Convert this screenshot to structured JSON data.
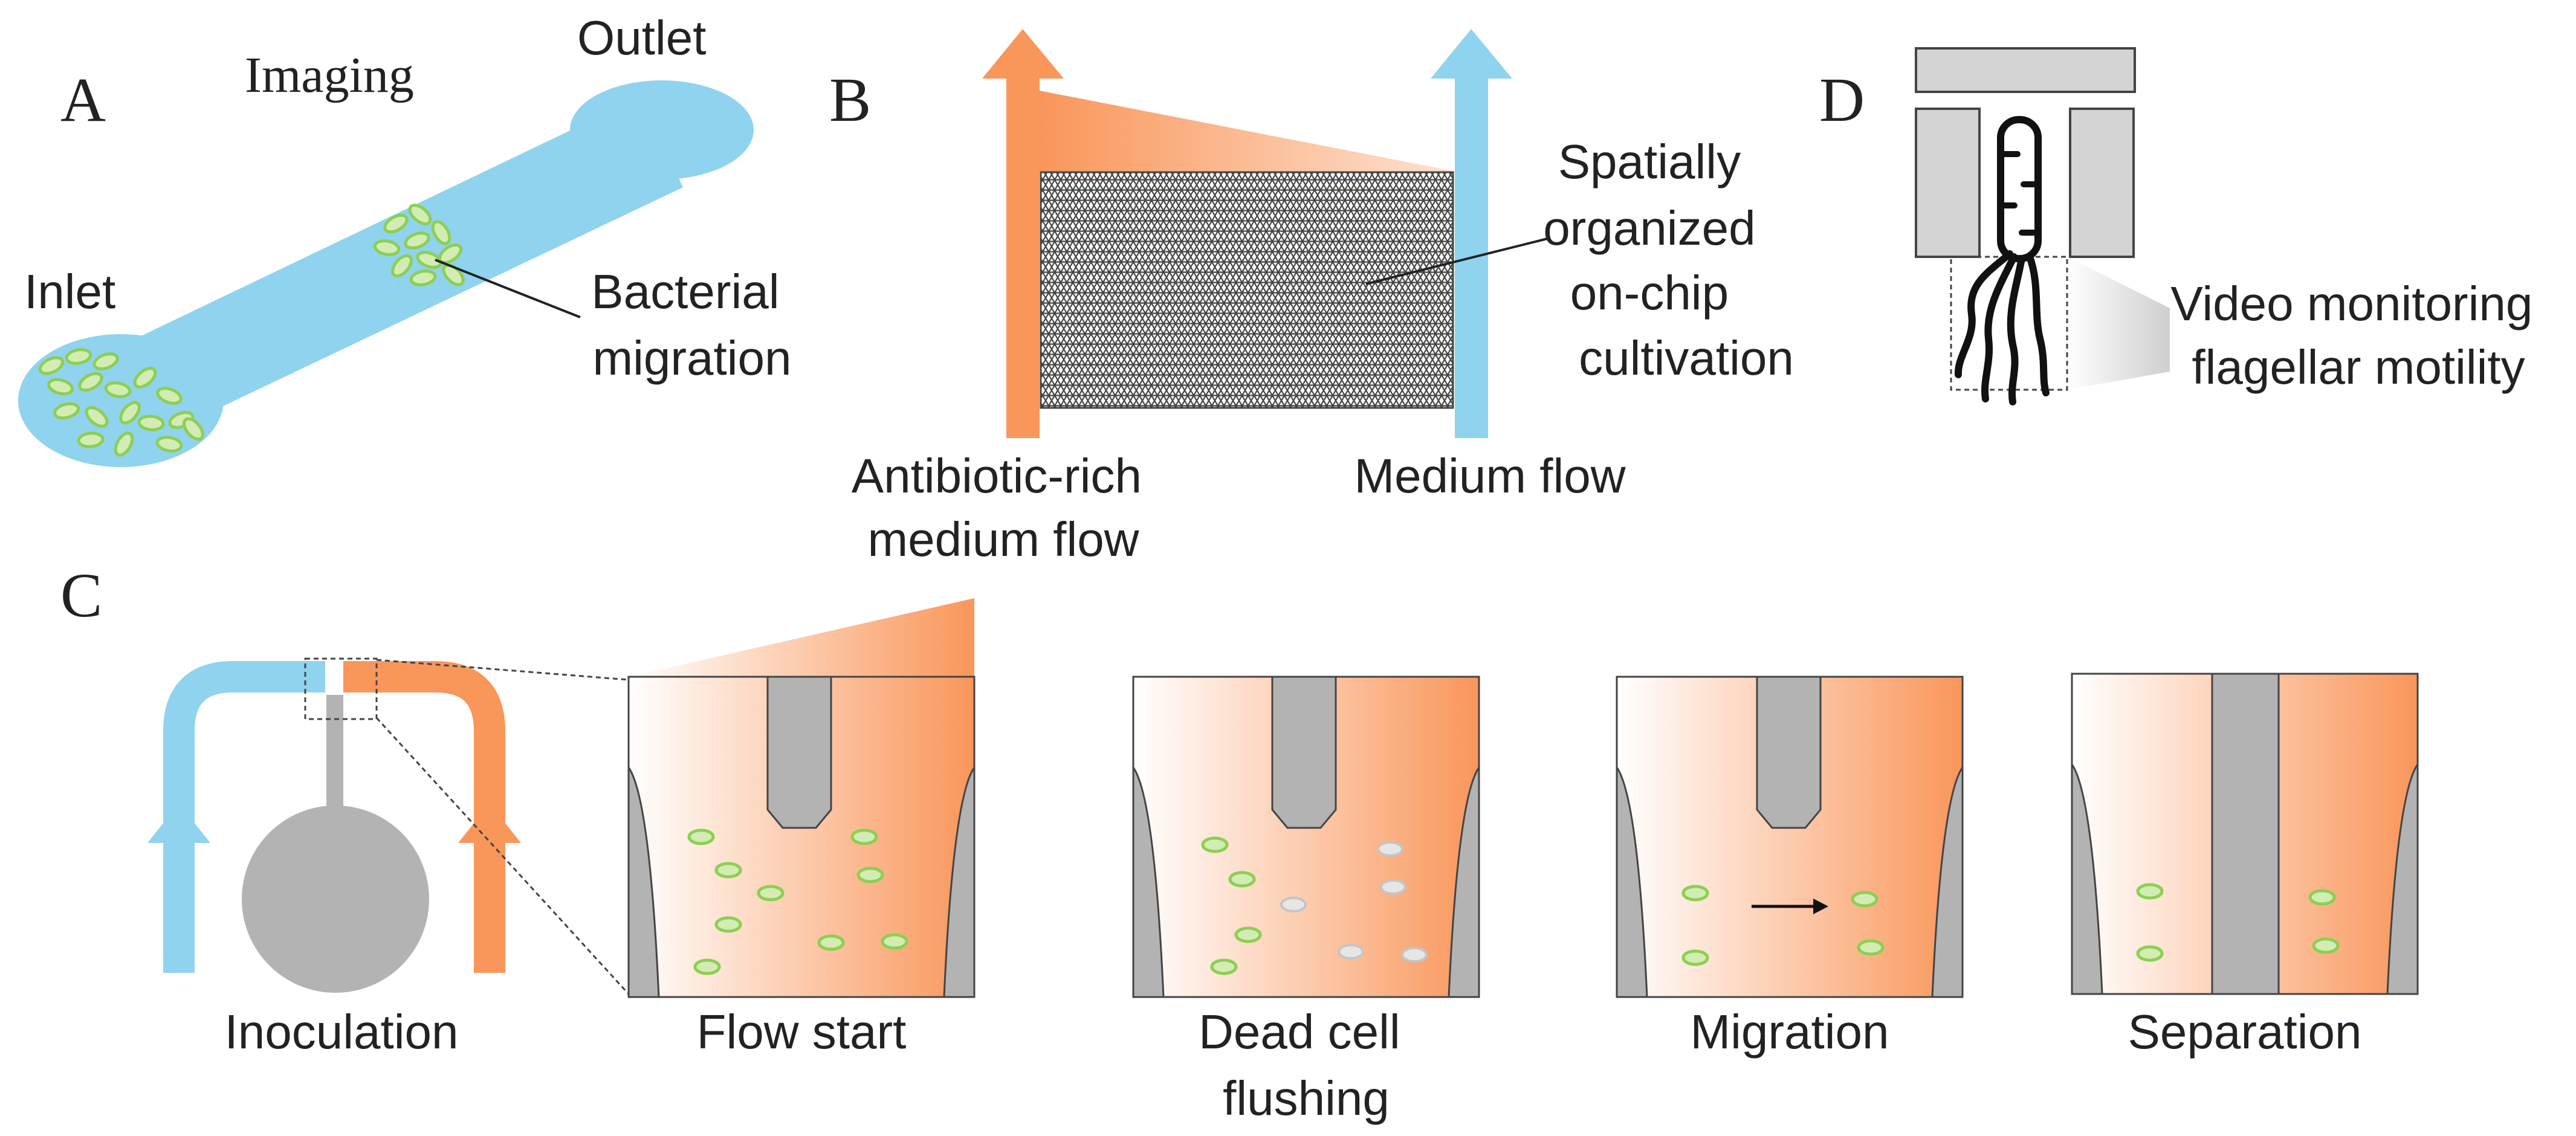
{
  "colors": {
    "blue": "#8fd3ef",
    "orange": "#f9965a",
    "gray": "#b3b3b3",
    "bacteria_green": "#8ccf52",
    "bacteria_fill": "#d3ecb4",
    "dead_cell": "#dcdcdc"
  },
  "panel_a": {
    "letter": "A",
    "imaging": "Imaging",
    "outlet": "Outlet",
    "inlet": "Inlet",
    "bacterial_migration": [
      "Bacterial",
      "migration"
    ]
  },
  "panel_b": {
    "letter": "B",
    "antibiotic_flow": [
      "Antibiotic-rich",
      "medium flow"
    ],
    "medium_flow": "Medium flow",
    "cultivation": [
      "Spatially",
      "organized",
      "on-chip",
      "cultivation"
    ]
  },
  "panel_c": {
    "letter": "C",
    "inoculation": "Inoculation",
    "flow_start": "Flow start",
    "dead_cell_flushing": [
      "Dead cell",
      "flushing"
    ],
    "migration": "Migration",
    "separation": "Separation"
  },
  "panel_d": {
    "letter": "D",
    "video": [
      "Video monitoring",
      "flagellar motility"
    ]
  }
}
